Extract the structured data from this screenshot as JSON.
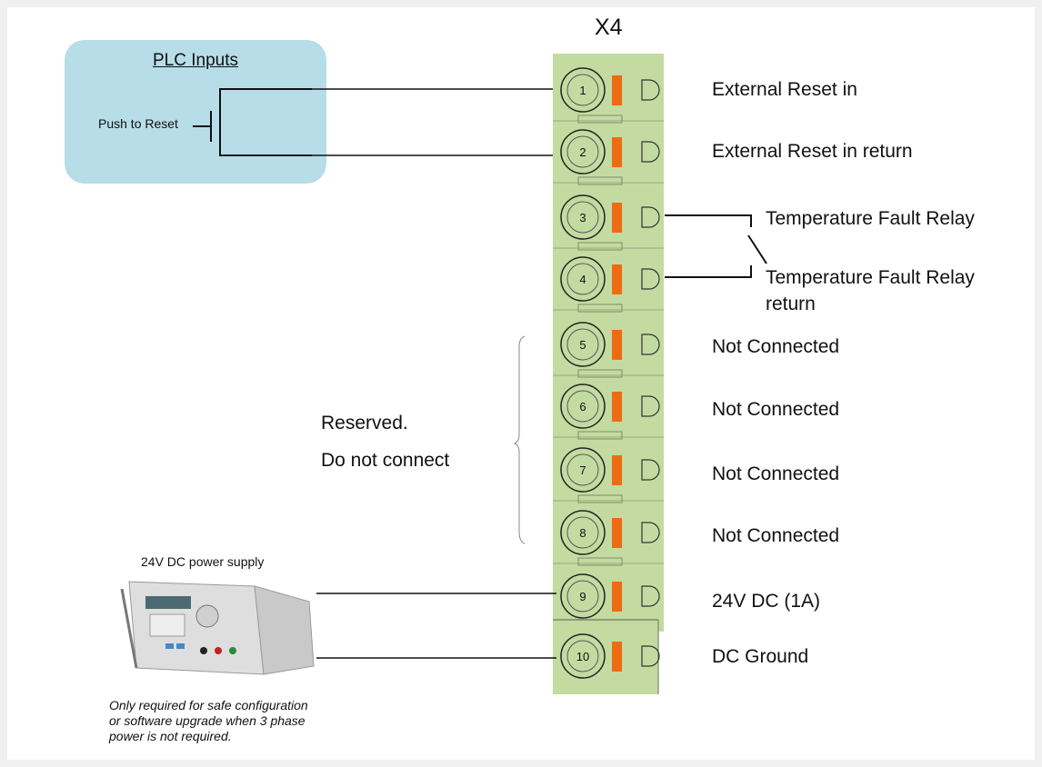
{
  "header": {
    "connector_label": "X4"
  },
  "plc": {
    "title": "PLC Inputs",
    "switch_label": "Push to Reset"
  },
  "pins": [
    {
      "number": "1",
      "label": "External Reset in"
    },
    {
      "number": "2",
      "label": "External Reset in return"
    },
    {
      "number": "3",
      "label": "Temperature Fault Relay"
    },
    {
      "number": "4",
      "label_line1": "Temperature Fault Relay",
      "label_line2": "return"
    },
    {
      "number": "5",
      "label": "Not Connected"
    },
    {
      "number": "6",
      "label": "Not Connected"
    },
    {
      "number": "7",
      "label": "Not Connected"
    },
    {
      "number": "8",
      "label": "Not Connected"
    },
    {
      "number": "9",
      "label": "24V DC (1A)"
    },
    {
      "number": "10",
      "label": "DC Ground"
    }
  ],
  "reserved": {
    "line1": "Reserved.",
    "line2": "Do not connect"
  },
  "power_supply": {
    "title": "24V DC power supply",
    "note_line1": "Only required for safe configuration",
    "note_line2": "or software upgrade when 3 phase",
    "note_line3": "power is not required."
  },
  "colors": {
    "terminal_block": "#c3dba1",
    "plc_box": "#b7dde8",
    "latch_orange": "#ee6b14"
  }
}
